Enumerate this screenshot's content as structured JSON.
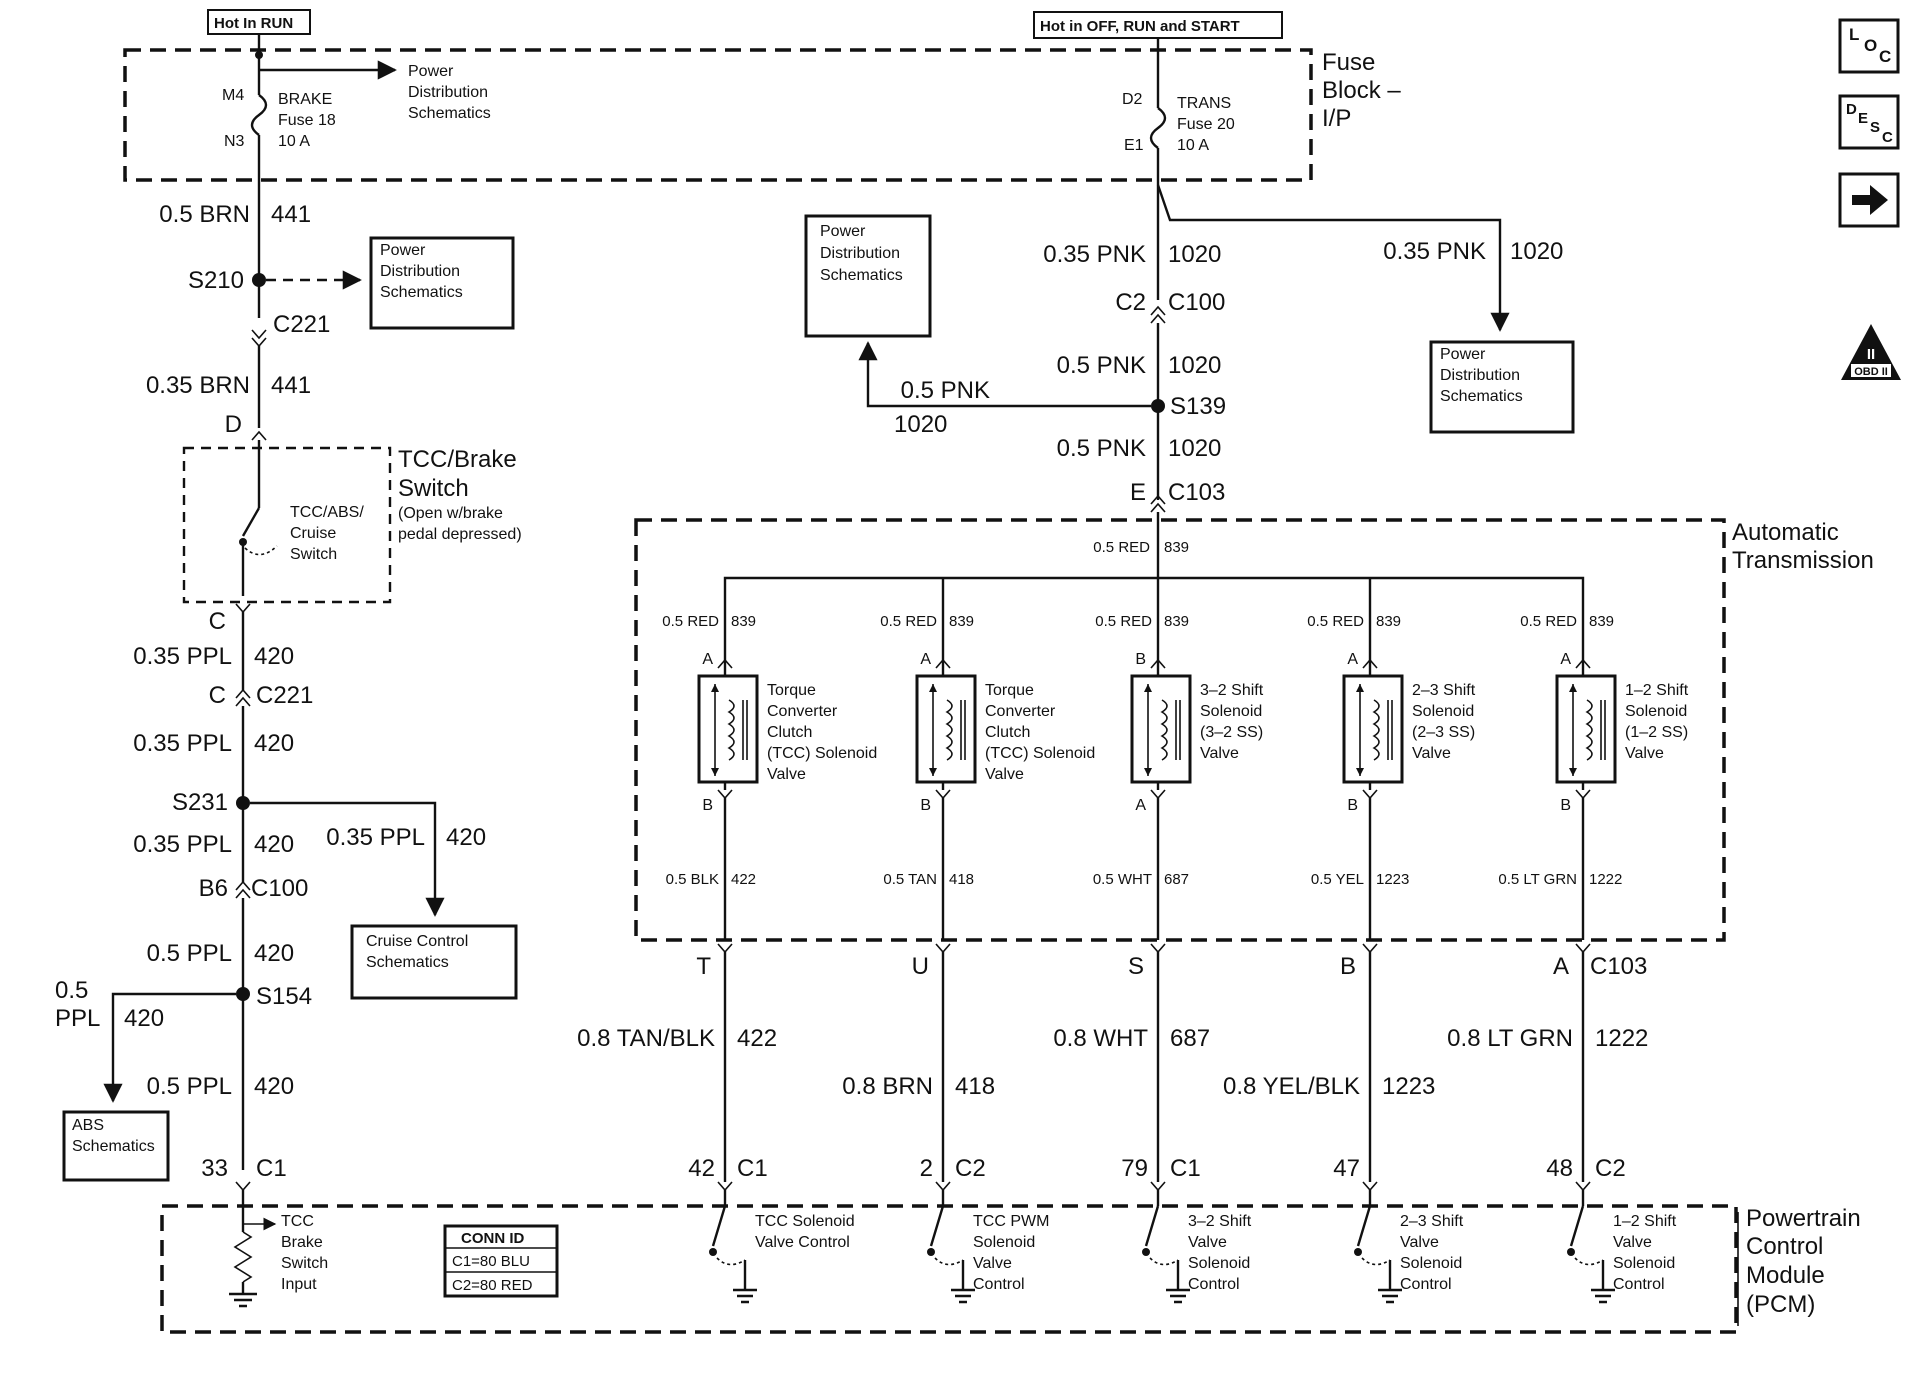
{
  "headers": {
    "hot_in_run": "Hot In RUN",
    "hot_in_off_run_start": "Hot in OFF, RUN and START"
  },
  "fuse_block": {
    "label_1": "Fuse",
    "label_2": "Block –",
    "label_3": "I/P",
    "brake": {
      "top_pin": "M4",
      "bottom_pin": "N3",
      "line1": "BRAKE",
      "line2": "Fuse 18",
      "line3": "10 A"
    },
    "trans": {
      "top_pin": "D2",
      "bottom_pin": "E1",
      "line1": "TRANS",
      "line2": "Fuse 20",
      "line3": "10 A"
    }
  },
  "ref_boxes": {
    "pds_line1": "Power",
    "pds_line2": "Distribution",
    "pds_line3": "Schematics",
    "cruise_line1": "Cruise Control",
    "cruise_line2": "Schematics",
    "abs_line1": "ABS",
    "abs_line2": "Schematics"
  },
  "left_circuit": {
    "w1_size": "0.5 BRN",
    "w1_num": "441",
    "s210": "S210",
    "c221_top": "C221",
    "w2_size": "0.35 BRN",
    "w2_num": "441",
    "pin_d": "D",
    "switch_title_1": "TCC/Brake",
    "switch_title_2": "Switch",
    "switch_note_1": "(Open w/brake",
    "switch_note_2": "pedal depressed)",
    "inner_switch_1": "TCC/ABS/",
    "inner_switch_2": "Cruise",
    "inner_switch_3": "Switch",
    "pin_c": "C",
    "w3_size": "0.35 PPL",
    "w3_num": "420",
    "pin_c2": "C",
    "c221_bottom": "C221",
    "w4_size": "0.35 PPL",
    "w4_num": "420",
    "s231": "S231",
    "w5_size": "0.35 PPL",
    "w5_num": "420",
    "w5b_size": "0.35 PPL",
    "w5b_num": "420",
    "pin_b6": "B6",
    "c100": "C100",
    "w6_size": "0.5 PPL",
    "w6_num": "420",
    "s154": "S154",
    "abs_size_1": "0.5",
    "abs_size_2": "PPL",
    "abs_num": "420",
    "w7_size": "0.5 PPL",
    "w7_num": "420",
    "pin_33": "33",
    "c1": "C1"
  },
  "right_circuit": {
    "w1_size": "0.35 PNK",
    "w1_num": "1020",
    "branch_size": "0.35 PNK",
    "branch_num": "1020",
    "pin_c2": "C2",
    "c100": "C100",
    "w2_size": "0.5 PNK",
    "w2_num": "1020",
    "s139": "S139",
    "left_branch_size": "0.5 PNK",
    "left_branch_num": "1020",
    "w3_size": "0.5 PNK",
    "w3_num": "1020",
    "pin_e": "E",
    "c103": "C103",
    "trans_title_1": "Automatic",
    "trans_title_2": "Transmission",
    "bus_size": "0.5 RED",
    "bus_num": "839"
  },
  "solenoids": [
    {
      "top_size": "0.5 RED",
      "top_num": "839",
      "top_pin": "A",
      "bottom_pin": "B",
      "l1": "Torque",
      "l2": "Converter",
      "l3": "Clutch",
      "l4": "(TCC) Solenoid",
      "l5": "Valve",
      "out_size": "0.5 BLK",
      "out_num": "422",
      "conn_pin": "T",
      "pcm_size": "0.8 TAN/BLK",
      "pcm_num": "422",
      "pcm_pin": "42",
      "pcm_conn": "C1",
      "ctl1": "TCC Solenoid",
      "ctl2": "Valve Control",
      "ctl3": "",
      "ctl4": ""
    },
    {
      "top_size": "0.5 RED",
      "top_num": "839",
      "top_pin": "A",
      "bottom_pin": "B",
      "l1": "Torque",
      "l2": "Converter",
      "l3": "Clutch",
      "l4": "(TCC) Solenoid",
      "l5": "Valve",
      "out_size": "0.5 TAN",
      "out_num": "418",
      "conn_pin": "U",
      "pcm_size": "0.8 BRN",
      "pcm_num": "418",
      "pcm_pin": "2",
      "pcm_conn": "C2",
      "ctl1": "TCC PWM",
      "ctl2": "Solenoid",
      "ctl3": "Valve",
      "ctl4": "Control"
    },
    {
      "top_size": "0.5 RED",
      "top_num": "839",
      "top_pin": "B",
      "bottom_pin": "A",
      "l1": "3–2 Shift",
      "l2": "Solenoid",
      "l3": "(3–2 SS)",
      "l4": "Valve",
      "l5": "",
      "out_size": "0.5 WHT",
      "out_num": "687",
      "conn_pin": "S",
      "pcm_size": "0.8 WHT",
      "pcm_num": "687",
      "pcm_pin": "79",
      "pcm_conn": "C1",
      "ctl1": "3–2 Shift",
      "ctl2": "Valve",
      "ctl3": "Solenoid",
      "ctl4": "Control"
    },
    {
      "top_size": "0.5 RED",
      "top_num": "839",
      "top_pin": "A",
      "bottom_pin": "B",
      "l1": "2–3 Shift",
      "l2": "Solenoid",
      "l3": "(2–3 SS)",
      "l4": "Valve",
      "l5": "",
      "out_size": "0.5 YEL",
      "out_num": "1223",
      "conn_pin": "B",
      "pcm_size": "0.8 YEL/BLK",
      "pcm_num": "1223",
      "pcm_pin": "47",
      "pcm_conn": "",
      "ctl1": "2–3 Shift",
      "ctl2": "Valve",
      "ctl3": "Solenoid",
      "ctl4": "Control"
    },
    {
      "top_size": "0.5 RED",
      "top_num": "839",
      "top_pin": "A",
      "bottom_pin": "B",
      "l1": "1–2 Shift",
      "l2": "Solenoid",
      "l3": "(1–2 SS)",
      "l4": "Valve",
      "l5": "",
      "out_size": "0.5 LT GRN",
      "out_num": "1222",
      "conn_pin": "A",
      "pcm_size": "0.8 LT GRN",
      "pcm_num": "1222",
      "pcm_pin": "48",
      "pcm_conn": "C2",
      "ctl1": "1–2 Shift",
      "ctl2": "Valve",
      "ctl3": "Solenoid",
      "ctl4": "Control"
    }
  ],
  "connector_c103": "C103",
  "pcm": {
    "title_1": "Powertrain",
    "title_2": "Control",
    "title_3": "Module",
    "title_4": "(PCM)",
    "input_1": "TCC",
    "input_2": "Brake",
    "input_3": "Switch",
    "input_4": "Input",
    "conn_id_title": "CONN ID",
    "conn_id_c1": "C1=80 BLU",
    "conn_id_c2": "C2=80 RED"
  },
  "icons": {
    "loc_l": "L",
    "loc_o": "O",
    "loc_c": "C",
    "desc_d": "D",
    "desc_e": "E",
    "desc_s": "S",
    "desc_c": "C",
    "obd_1": "II",
    "obd_2": "OBD II"
  }
}
